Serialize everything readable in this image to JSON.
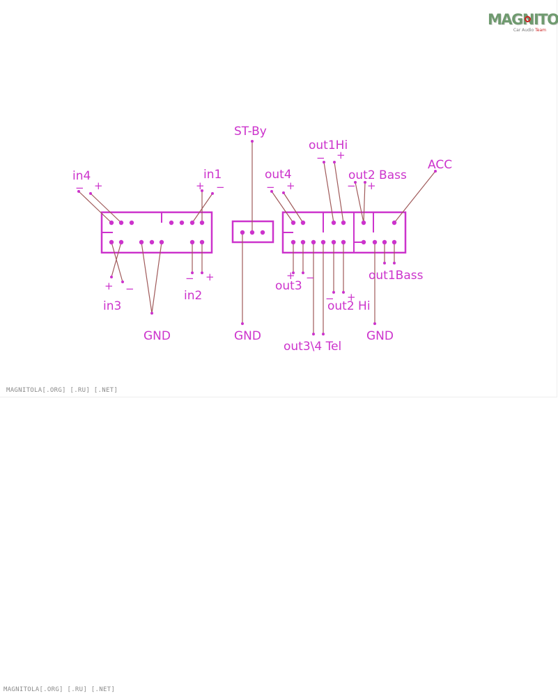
{
  "logo": {
    "main": "MAGNITOLA",
    "sub_a": "Car Audio",
    "sub_b": "Team"
  },
  "watermark": "MAGNITOLA[.ORG] [.RU] [.NET]",
  "labels": {
    "st_by": "ST-By",
    "in4": "in4",
    "in1": "in1",
    "in3": "in3",
    "in2": "in2",
    "gnd_left": "GND",
    "gnd_mid": "GND",
    "gnd_right": "GND",
    "out4": "out4",
    "out1hi": "out1Hi",
    "out2bass": "out2 Bass",
    "acc": "ACC",
    "out3": "out3",
    "out1bass": "out1Bass",
    "out2hi": "out2 Hi",
    "out34tel": "out3\\4 Tel"
  },
  "signs": {
    "plus": "+",
    "minus": "−"
  },
  "colors": {
    "trace": "#cc33cc",
    "pin_line": "#a05a5a",
    "pad": "#cc33cc",
    "watermark": "#8a8a8a"
  }
}
